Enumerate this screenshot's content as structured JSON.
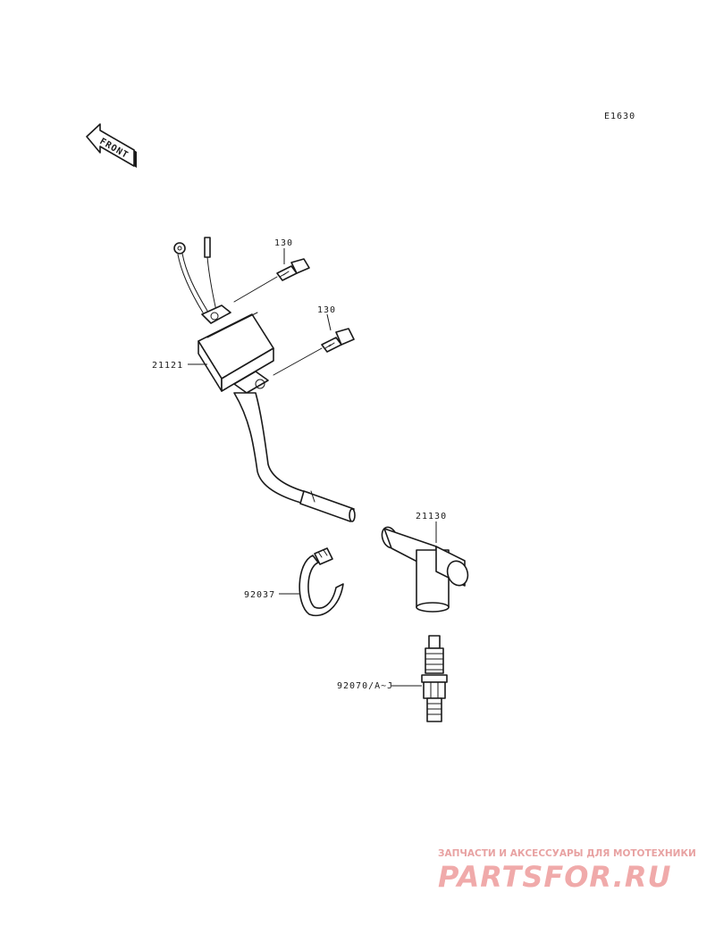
{
  "diagram_code": "E1630",
  "front_indicator": {
    "label": "FRONT"
  },
  "callouts": [
    {
      "id": "bolt-upper",
      "number": "130"
    },
    {
      "id": "bolt-lower",
      "number": "130"
    },
    {
      "id": "ignition-coil",
      "number": "21121"
    },
    {
      "id": "plug-cap",
      "number": "21130"
    },
    {
      "id": "clamp",
      "number": "92037"
    },
    {
      "id": "spark-plug",
      "number": "92070/A~J"
    }
  ],
  "watermark": {
    "tagline": "ЗАПЧАСТИ И АКСЕССУАРЫ ДЛЯ МОТОТЕХНИКИ",
    "logo": "PARTSFOR.RU"
  },
  "colors": {
    "line": "#1a1a1a",
    "watermark": "#f0aaaa"
  }
}
